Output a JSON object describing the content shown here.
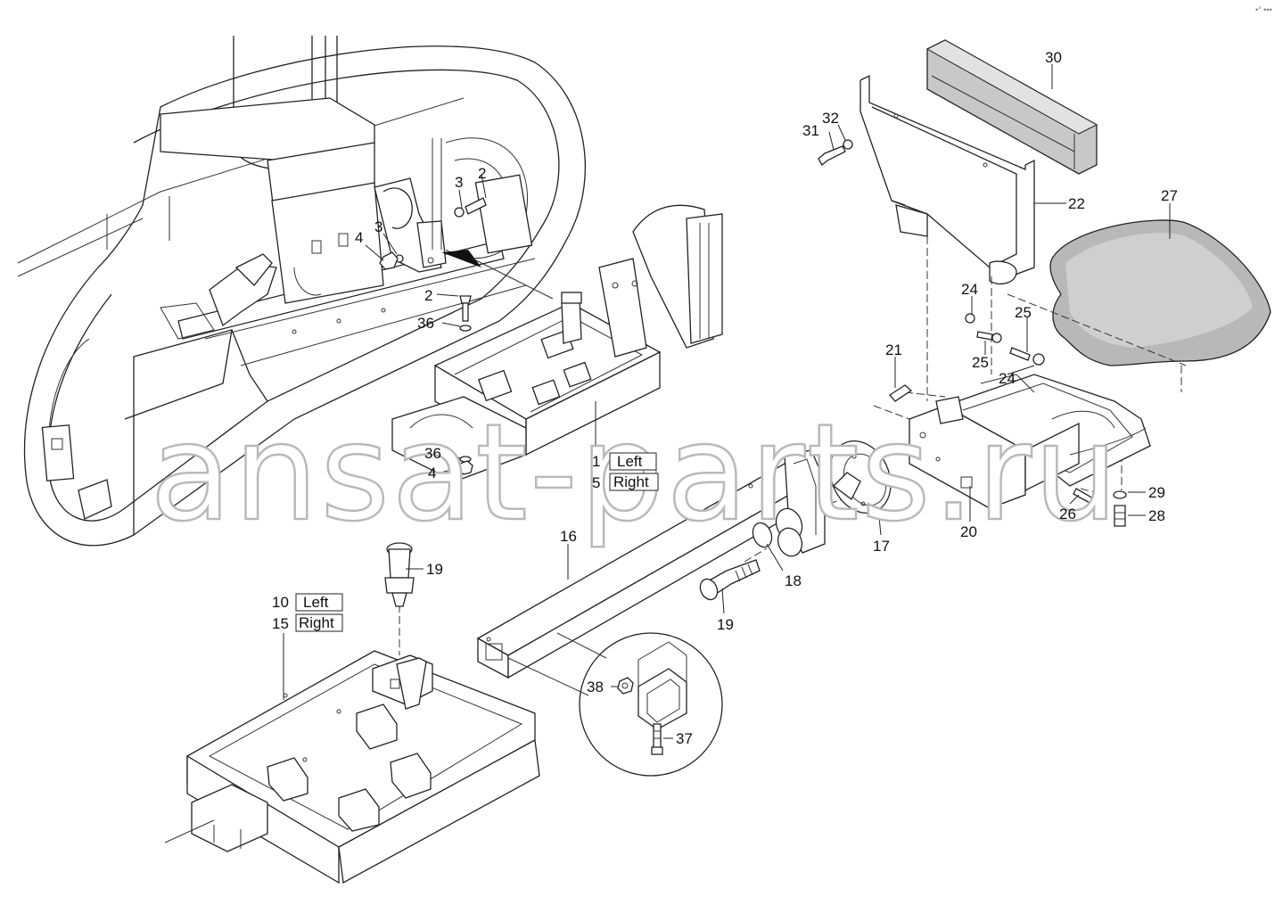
{
  "watermark": "ansat-parts.ru",
  "corner_mark": "•° •••",
  "callouts": [
    {
      "id": "c30",
      "label": "30"
    },
    {
      "id": "c32",
      "label": "32"
    },
    {
      "id": "c31",
      "label": "31"
    },
    {
      "id": "c22",
      "label": "22"
    },
    {
      "id": "c27",
      "label": "27"
    },
    {
      "id": "c24a",
      "label": "24"
    },
    {
      "id": "c25a",
      "label": "25"
    },
    {
      "id": "c25b",
      "label": "25"
    },
    {
      "id": "c21",
      "label": "21"
    },
    {
      "id": "c24b",
      "label": "24"
    },
    {
      "id": "c20",
      "label": "20"
    },
    {
      "id": "c26",
      "label": "26"
    },
    {
      "id": "c29",
      "label": "29"
    },
    {
      "id": "c28",
      "label": "28"
    },
    {
      "id": "c17",
      "label": "17"
    },
    {
      "id": "c18",
      "label": "18"
    },
    {
      "id": "c16",
      "label": "16"
    },
    {
      "id": "c19a",
      "label": "19"
    },
    {
      "id": "c19b",
      "label": "19"
    },
    {
      "id": "c38",
      "label": "38"
    },
    {
      "id": "c37",
      "label": "37"
    },
    {
      "id": "c2a",
      "label": "2"
    },
    {
      "id": "c3a",
      "label": "3"
    },
    {
      "id": "c3b",
      "label": "3"
    },
    {
      "id": "c4a",
      "label": "4"
    },
    {
      "id": "c2b",
      "label": "2"
    },
    {
      "id": "c36a",
      "label": "36"
    },
    {
      "id": "c36b",
      "label": "36"
    },
    {
      "id": "c4b",
      "label": "4"
    },
    {
      "id": "c1",
      "label": "1"
    },
    {
      "id": "c5",
      "label": "5"
    },
    {
      "id": "c10",
      "label": "10"
    },
    {
      "id": "c15",
      "label": "15"
    }
  ],
  "side_labels": {
    "left_1": "Left",
    "right_5": "Right",
    "left_10": "Left",
    "right_15": "Right"
  }
}
